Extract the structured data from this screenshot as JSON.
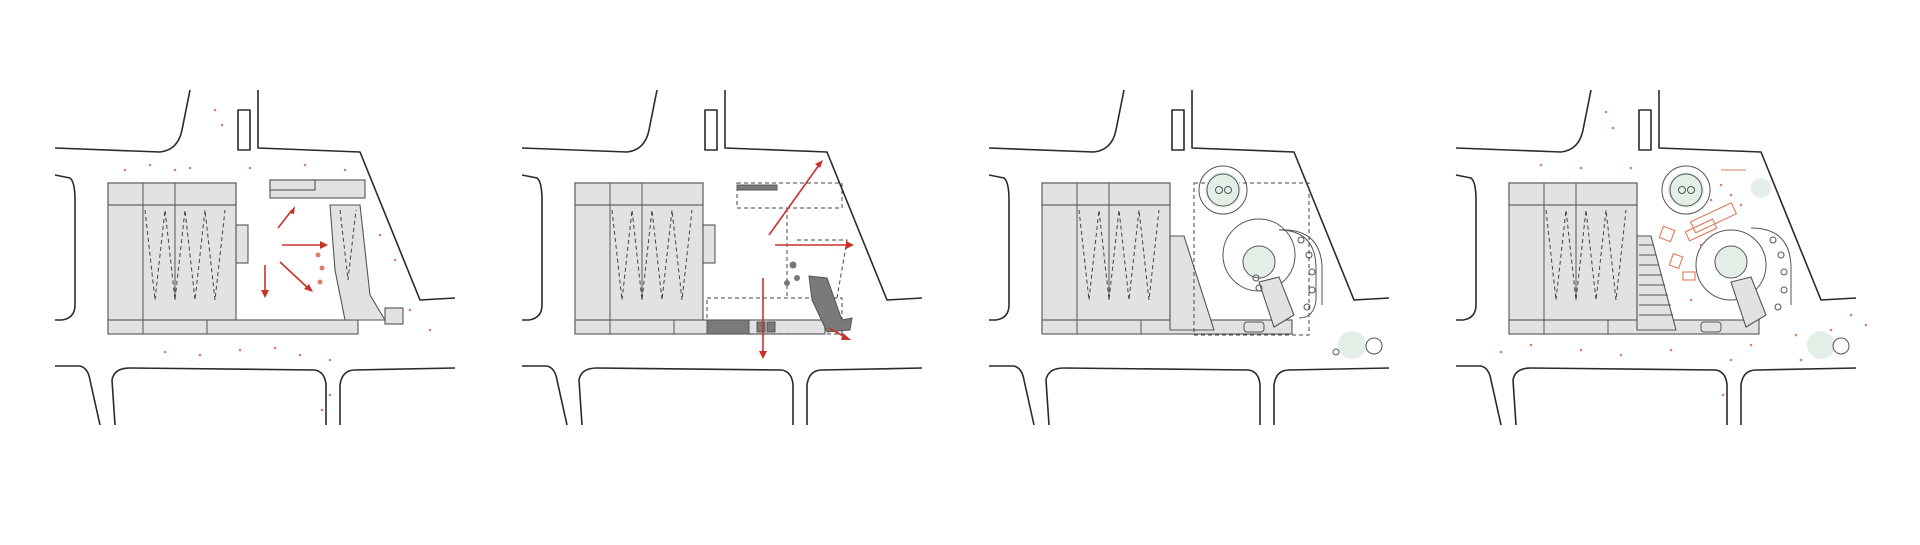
{
  "figure": {
    "panel_count": 4,
    "colors": {
      "background": "#ffffff",
      "street_line": "#2a2a2a",
      "building_fill": "#e2e2e2",
      "building_dark": "#7a7a7a",
      "arrow": "#c8322c",
      "pedestrian_dots": "#d9806a",
      "greenery": "#e3efe6",
      "furniture_outline": "#de7a5c"
    },
    "panels": [
      {
        "id": "existing-flows",
        "elements": [
          "street-outlines",
          "building-block",
          "flow-arrows",
          "pedestrian-dots"
        ]
      },
      {
        "id": "demolition-and-openings",
        "elements": [
          "street-outlines",
          "building-block",
          "dashed-extents",
          "dark-elements",
          "flow-arrows"
        ]
      },
      {
        "id": "new-pavilions",
        "elements": [
          "street-outlines",
          "building-block",
          "round-pavilions",
          "trees",
          "greenery"
        ]
      },
      {
        "id": "activated-square",
        "elements": [
          "street-outlines",
          "building-block",
          "round-pavilions",
          "ramp-stairs",
          "urban-furniture",
          "pedestrian-dots",
          "greenery"
        ]
      }
    ]
  }
}
